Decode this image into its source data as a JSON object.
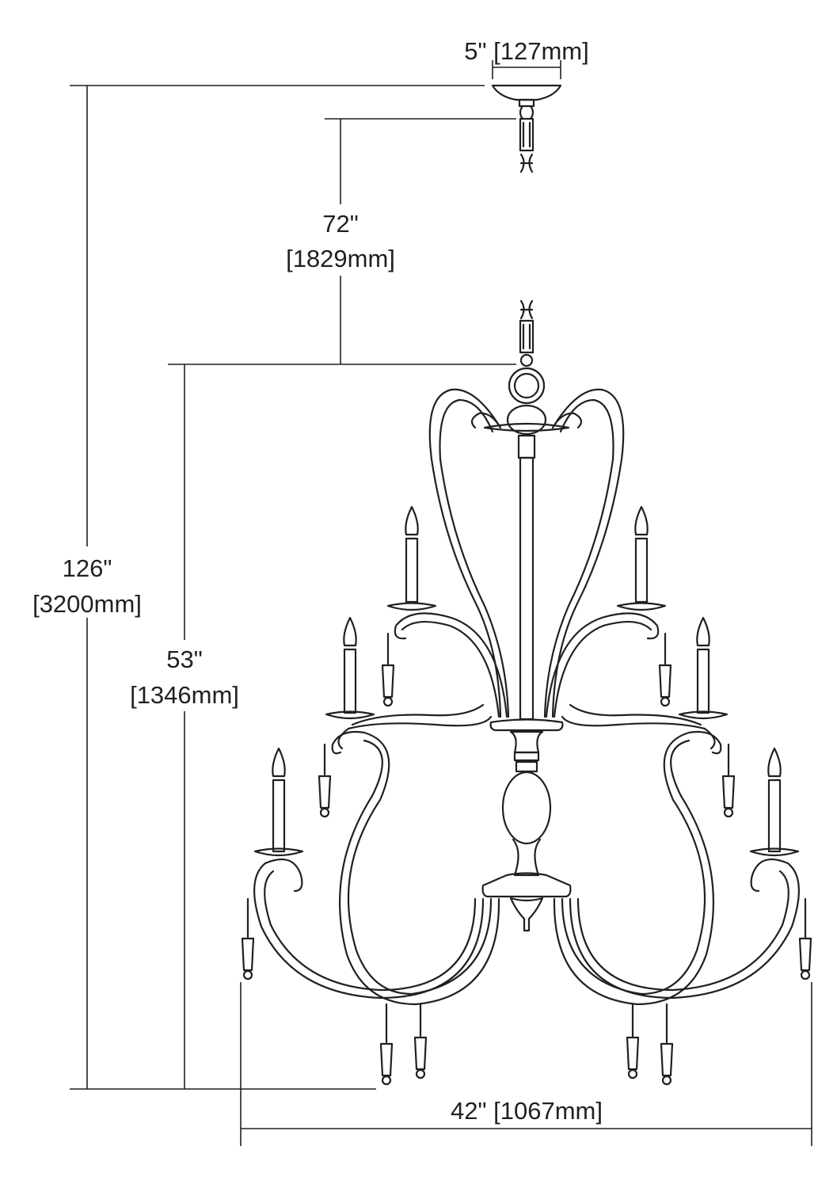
{
  "dimensions": {
    "canopy_width": "5\" [127mm]",
    "chain_length_in": "72\"",
    "chain_length_mm": "[1829mm]",
    "overall_height_in": "126\"",
    "overall_height_mm": "[3200mm]",
    "fixture_height_in": "53\"",
    "fixture_height_mm": "[1346mm]",
    "fixture_width": "42\" [1067mm]"
  },
  "colors": {
    "line": "#231f20",
    "background": "#ffffff"
  }
}
